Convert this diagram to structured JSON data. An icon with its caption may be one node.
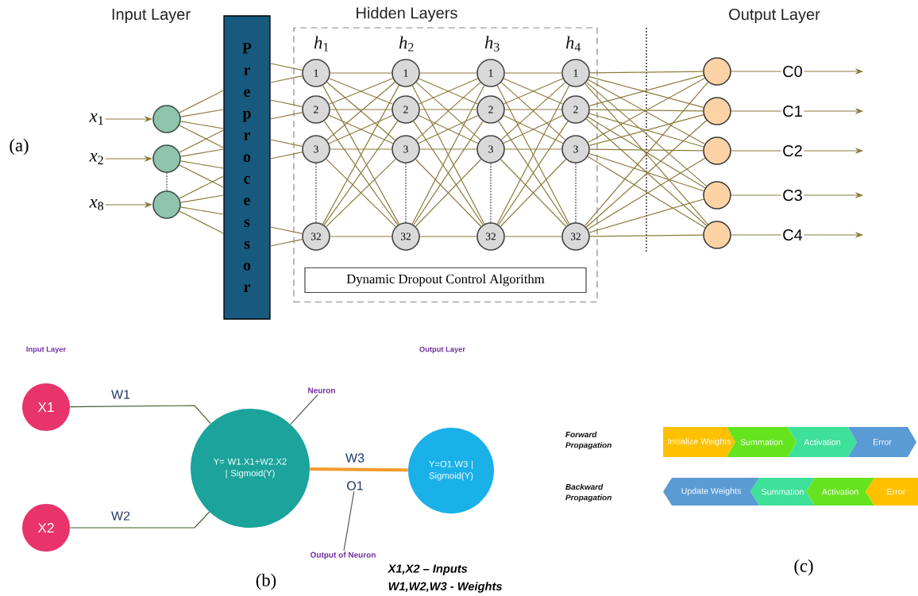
{
  "diagram": {
    "nodes": [
      {
        "text": [
          "Hidden Layers"
        ]
      },
      {
        "text": [
          "1"
        ],
        "in": 0
      },
      {
        "text": [
          "2"
        ],
        "in": 0
      },
      {
        "text": [
          "3"
        ],
        "in": 0
      },
      {
        "text": [
          "32"
        ],
        "in": 0
      },
      {
        "text": [
          "1"
        ],
        "in": 0
      },
      {
        "text": [
          "2"
        ],
        "in": 0
      },
      {
        "text": [
          "3"
        ],
        "in": 0
      },
      {
        "text": [
          "32"
        ],
        "in": 0
      },
      {
        "text": [
          "1"
        ],
        "in": 0
      },
      {
        "text": [
          "2"
        ],
        "in": 0
      },
      {
        "text": [
          "3"
        ],
        "in": 0
      },
      {
        "text": [
          "32"
        ],
        "in": 0
      },
      {
        "text": [
          "1"
        ],
        "in": 0
      },
      {
        "text": [
          "2"
        ],
        "in": 0
      },
      {
        "text": [
          "3"
        ],
        "in": 0
      },
      {
        "text": [
          "32"
        ],
        "in": 0
      },
      {
        "text": [
          "Dynamic Dropout Control Algorithm"
        ],
        "in": 0
      },
      {
        "text": [
          "*x*$_{1}$"
        ]
      },
      {
        "text": [
          "*x*$_{2}$"
        ]
      },
      {
        "text": [
          "*x*$_{8}$"
        ]
      },
      {
        "text": [],
        "shape": "circle"
      },
      {
        "text": [],
        "shape": "circle"
      },
      {
        "text": [],
        "shape": "circle"
      },
      {
        "text": [
          "Preprocessor"
        ]
      },
      {
        "text": [],
        "shape": "circle"
      },
      {
        "text": [],
        "shape": "circle"
      },
      {
        "text": [],
        "shape": "circle"
      },
      {
        "text": [],
        "shape": "circle"
      },
      {
        "text": [],
        "shape": "circle"
      },
      {
        "text": [
          "C0"
        ]
      },
      {
        "text": [
          "C1"
        ]
      },
      {
        "text": [
          "C2"
        ]
      },
      {
        "text": [
          "C3"
        ]
      },
      {
        "text": [
          "C4"
        ]
      },
      {
        "text": [
          "X1"
        ]
      },
      {
        "text": [
          "X2"
        ]
      },
      {
        "text": [
          "Y= W1.X1+W2.X2 | Sigmoid(Y)"
        ]
      },
      {
        "text": [
          "Y=O1.W3 | Sigmoid(Y)"
        ]
      },
      {
        "text": [
          "Neuron"
        ]
      },
      {
        "text": [
          "O1"
        ]
      },
      {
        "text": [
          "Output of Neuron"
        ]
      },
      {
        "text": [
          "Initialize Weights"
        ]
      },
      {
        "text": [
          "Summation"
        ]
      },
      {
        "text": [
          "Activation"
        ]
      },
      {
        "text": [
          "Error"
        ]
      },
      {
        "text": [
          "Update Weights"
        ]
      },
      {
        "text": [
          "Summation"
        ]
      },
      {
        "text": [
          "Activation"
        ]
      },
      {
        "text": [
          "Error"
        ]
      }
    ],
    "edges": [
      {
        "from": 18,
        "to": 21,
        "arrow": "to"
      },
      {
        "from": 19,
        "to": 22,
        "arrow": "to"
      },
      {
        "from": 20,
        "to": 23,
        "arrow": "to"
      },
      {
        "from": 22,
        "to": 23,
        "arrow": "none",
        "style": "dashed",
        "color": "#333333"
      },
      {
        "from": 21,
        "to": 24,
        "arrow": "none"
      },
      {
        "from": 21,
        "to": 24,
        "arrow": "none"
      },
      {
        "from": 21,
        "to": 24,
        "arrow": "none"
      },
      {
        "from": 21,
        "to": 24,
        "arrow": "none"
      },
      {
        "from": 22,
        "to": 24,
        "arrow": "none"
      },
      {
        "from": 22,
        "to": 24,
        "arrow": "none"
      },
      {
        "from": 22,
        "to": 24,
        "arrow": "none"
      },
      {
        "from": 22,
        "to": 24,
        "arrow": "none"
      },
      {
        "from": 23,
        "to": 24,
        "arrow": "none"
      },
      {
        "from": 23,
        "to": 24,
        "arrow": "none"
      },
      {
        "from": 23,
        "to": 24,
        "arrow": "none"
      },
      {
        "from": 23,
        "to": 24,
        "arrow": "none"
      },
      {
        "from": 24,
        "to": 1,
        "arrow": "none"
      },
      {
        "from": 24,
        "to": 1,
        "arrow": "none"
      },
      {
        "from": 24,
        "to": 2,
        "arrow": "none"
      },
      {
        "from": 24,
        "to": 2,
        "arrow": "none"
      },
      {
        "from": 24,
        "to": 3,
        "arrow": "none"
      },
      {
        "from": 24,
        "to": 3,
        "arrow": "none"
      },
      {
        "from": 24,
        "to": 4,
        "arrow": "none"
      },
      {
        "from": 24,
        "to": 4,
        "arrow": "none"
      },
      {
        "from": 1,
        "to": 5,
        "arrow": "none"
      },
      {
        "from": 1,
        "to": 6,
        "arrow": "none"
      },
      {
        "from": 1,
        "to": 7,
        "arrow": "none"
      },
      {
        "from": 1,
        "to": 8,
        "arrow": "none"
      },
      {
        "from": 2,
        "to": 5,
        "arrow": "none"
      },
      {
        "from": 2,
        "to": 6,
        "arrow": "none"
      },
      {
        "from": 2,
        "to": 7,
        "arrow": "none"
      },
      {
        "from": 2,
        "to": 8,
        "arrow": "none"
      },
      {
        "from": 3,
        "to": 5,
        "arrow": "none"
      },
      {
        "from": 3,
        "to": 6,
        "arrow": "none"
      },
      {
        "from": 3,
        "to": 7,
        "arrow": "none"
      },
      {
        "from": 3,
        "to": 8,
        "arrow": "none"
      },
      {
        "from": 4,
        "to": 5,
        "arrow": "none"
      },
      {
        "from": 4,
        "to": 6,
        "arrow": "none"
      },
      {
        "from": 4,
        "to": 7,
        "arrow": "none"
      },
      {
        "from": 4,
        "to": 8,
        "arrow": "none"
      },
      {
        "from": 5,
        "to": 9,
        "arrow": "none"
      },
      {
        "from": 5,
        "to": 10,
        "arrow": "none"
      },
      {
        "from": 5,
        "to": 11,
        "arrow": "none"
      },
      {
        "from": 5,
        "to": 12,
        "arrow": "none"
      },
      {
        "from": 6,
        "to": 9,
        "arrow": "none"
      },
      {
        "from": 6,
        "to": 10,
        "arrow": "none"
      },
      {
        "from": 6,
        "to": 11,
        "arrow": "none"
      },
      {
        "from": 6,
        "to": 12,
        "arrow": "none"
      },
      {
        "from": 7,
        "to": 9,
        "arrow": "none"
      },
      {
        "from": 7,
        "to": 10,
        "arrow": "none"
      },
      {
        "from": 7,
        "to": 11,
        "arrow": "none"
      },
      {
        "from": 7,
        "to": 12,
        "arrow": "none"
      },
      {
        "from": 8,
        "to": 9,
        "arrow": "none"
      },
      {
        "from": 8,
        "to": 10,
        "arrow": "none"
      },
      {
        "from": 8,
        "to": 11,
        "arrow": "none"
      },
      {
        "from": 8,
        "to": 12,
        "arrow": "none"
      },
      {
        "from": 9,
        "to": 13,
        "arrow": "none"
      },
      {
        "from": 9,
        "to": 14,
        "arrow": "none"
      },
      {
        "from": 9,
        "to": 15,
        "arrow": "none"
      },
      {
        "from": 9,
        "to": 16,
        "arrow": "none"
      },
      {
        "from": 10,
        "to": 13,
        "arrow": "none"
      },
      {
        "from": 10,
        "to": 14,
        "arrow": "none"
      },
      {
        "from": 10,
        "to": 15,
        "arrow": "none"
      },
      {
        "from": 10,
        "to": 16,
        "arrow": "none"
      },
      {
        "from": 11,
        "to": 13,
        "arrow": "none"
      },
      {
        "from": 11,
        "to": 14,
        "arrow": "none"
      },
      {
        "from": 11,
        "to": 15,
        "arrow": "none"
      },
      {
        "from": 11,
        "to": 16,
        "arrow": "none"
      },
      {
        "from": 12,
        "to": 13,
        "arrow": "none"
      },
      {
        "from": 12,
        "to": 14,
        "arrow": "none"
      },
      {
        "from": 12,
        "to": 15,
        "arrow": "none"
      },
      {
        "from": 12,
        "to": 16,
        "arrow": "none"
      },
      {
        "from": 3,
        "to": 4,
        "arrow": "none",
        "style": "dashed",
        "color": "#333333"
      },
      {
        "from": 7,
        "to": 8,
        "arrow": "none",
        "style": "dashed",
        "color": "#333333"
      },
      {
        "from": 11,
        "to": 12,
        "arrow": "none",
        "style": "dashed",
        "color": "#333333"
      },
      {
        "from": 15,
        "to": 16,
        "arrow": "none",
        "style": "dashed",
        "color": "#333333"
      },
      {
        "from": 13,
        "to": 25,
        "arrow": "none"
      },
      {
        "from": 13,
        "to": 26,
        "arrow": "none"
      },
      {
        "from": 13,
        "to": 27,
        "arrow": "none"
      },
      {
        "from": 13,
        "to": 28,
        "arrow": "none"
      },
      {
        "from": 13,
        "to": 29,
        "arrow": "none"
      },
      {
        "from": 14,
        "to": 25,
        "arrow": "none"
      },
      {
        "from": 14,
        "to": 26,
        "arrow": "none"
      },
      {
        "from": 14,
        "to": 27,
        "arrow": "none"
      },
      {
        "from": 14,
        "to": 28,
        "arrow": "none"
      },
      {
        "from": 14,
        "to": 29,
        "arrow": "none"
      },
      {
        "from": 15,
        "to": 25,
        "arrow": "none"
      },
      {
        "from": 15,
        "to": 26,
        "arrow": "none"
      },
      {
        "from": 15,
        "to": 27,
        "arrow": "none"
      },
      {
        "from": 15,
        "to": 28,
        "arrow": "none"
      },
      {
        "from": 15,
        "to": 29,
        "arrow": "none"
      },
      {
        "from": 16,
        "to": 25,
        "arrow": "none"
      },
      {
        "from": 16,
        "to": 26,
        "arrow": "none"
      },
      {
        "from": 16,
        "to": 27,
        "arrow": "none"
      },
      {
        "from": 16,
        "to": 28,
        "arrow": "none"
      },
      {
        "from": 16,
        "to": 29,
        "arrow": "none"
      },
      {
        "from": 25,
        "to": 30,
        "arrow": "none"
      },
      {
        "from": 26,
        "to": 31,
        "arrow": "none"
      },
      {
        "from": 27,
        "to": 32,
        "arrow": "none"
      },
      {
        "from": 28,
        "to": 33,
        "arrow": "none"
      },
      {
        "from": 29,
        "to": 34,
        "arrow": "none"
      },
      {
        "from": 30,
        "to": null,
        "arrow": "to"
      },
      {
        "from": 31,
        "to": null,
        "arrow": "to"
      },
      {
        "from": 32,
        "to": null,
        "arrow": "to"
      },
      {
        "from": 33,
        "to": null,
        "arrow": "to"
      },
      {
        "from": 34,
        "to": null,
        "arrow": "to"
      },
      {
        "from": 35,
        "to": 37,
        "arrow": "none",
        "label": "W1",
        "color": "#3e5b2b"
      },
      {
        "from": 36,
        "to": 37,
        "arrow": "none",
        "label": "W2",
        "color": "#3e5b2b"
      },
      {
        "from": 37,
        "to": 38,
        "arrow": "none",
        "label": "W3",
        "style": "thick",
        "color": "#f39a2c"
      },
      {
        "from": 39,
        "to": 37,
        "arrow": "none",
        "color": "#555555"
      },
      {
        "from": 41,
        "to": 40,
        "arrow": "none",
        "color": "#555555"
      }
    ],
    "labels": [
      "Input Layer",
      "*h*$_{1}$",
      "*h*$_{2}$",
      "*h*$_{3}$",
      "*h*$_{4}$",
      "Output Layer",
      "(a)",
      "Input Layer",
      "Output Layer",
      "Forward Propagation",
      "Backward Propagation",
      "X1,X2 – Inputs",
      "W1,W2,W3 - Weights",
      "(b)",
      "(c)"
    ]
  }
}
